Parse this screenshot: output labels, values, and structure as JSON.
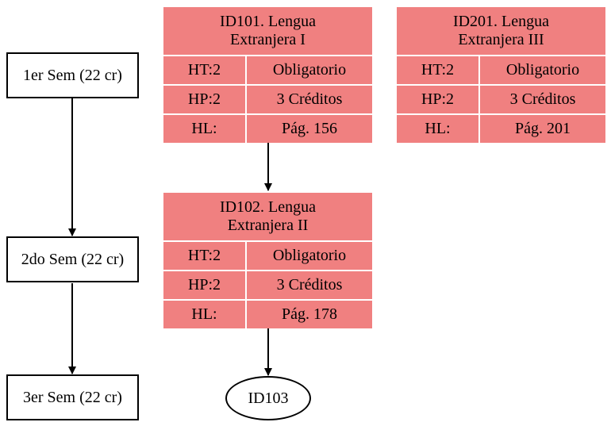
{
  "semesters": [
    {
      "label": "1er Sem (22 cr)"
    },
    {
      "label": "2do Sem (22 cr)"
    },
    {
      "label": "3er Sem (22 cr)"
    }
  ],
  "courses": [
    {
      "title_line1": "ID101. Lengua",
      "title_line2": "Extranjera I",
      "rows": [
        [
          "HT:2",
          "Obligatorio"
        ],
        [
          "HP:2",
          "3 Créditos"
        ],
        [
          "HL:",
          "Pág. 156"
        ]
      ]
    },
    {
      "title_line1": "ID201. Lengua",
      "title_line2": "Extranjera III",
      "rows": [
        [
          "HT:2",
          "Obligatorio"
        ],
        [
          "HP:2",
          "3 Créditos"
        ],
        [
          "HL:",
          "Pág. 201"
        ]
      ]
    },
    {
      "title_line1": "ID102. Lengua",
      "title_line2": "Extranjera II",
      "rows": [
        [
          "HT:2",
          "Obligatorio"
        ],
        [
          "HP:2",
          "3 Créditos"
        ],
        [
          "HL:",
          "Pág. 178"
        ]
      ]
    }
  ],
  "next_course": {
    "label": "ID103"
  },
  "colors": {
    "course_fill": "#f08080",
    "edge": "#000000"
  }
}
